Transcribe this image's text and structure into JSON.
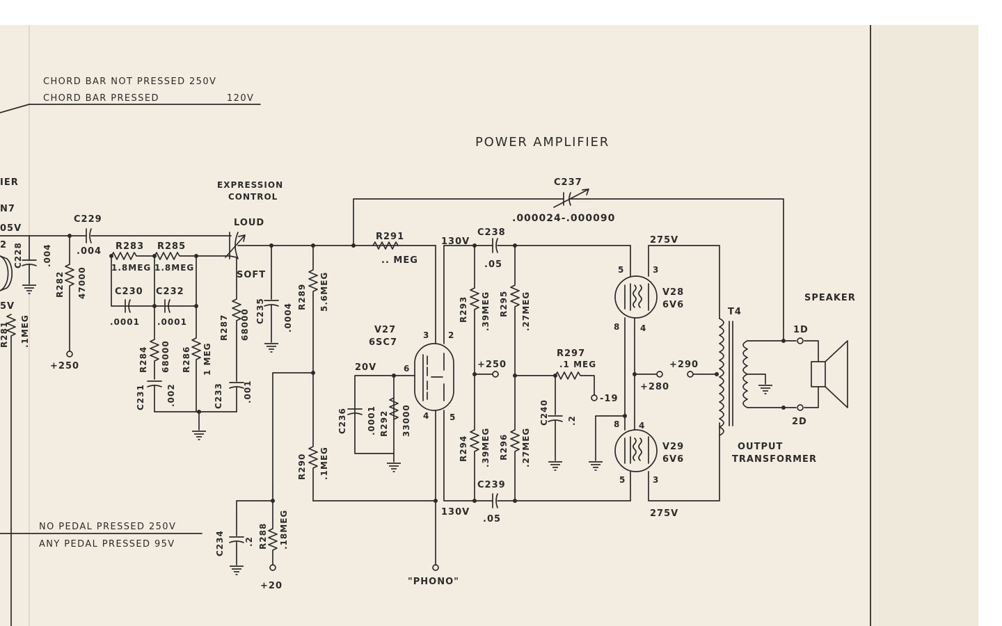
{
  "notes": {
    "chord_not_pressed": "CHORD BAR NOT PRESSED  250V",
    "chord_pressed": "CHORD BAR PRESSED",
    "chord_pressed_v": "120V",
    "no_pedal": "NO PEDAL PRESSED 250V",
    "any_pedal": "ANY PEDAL PRESSED 95V"
  },
  "left_fragments": [
    "IER",
    "N7",
    "05V",
    "2",
    "5V"
  ],
  "title": "POWER AMPLIFIER",
  "expression": {
    "line1": "EXPRESSION",
    "line2": "CONTROL",
    "loud": "LOUD",
    "soft": "SOFT"
  },
  "parts": {
    "C228": [
      "C228",
      ".004"
    ],
    "R282": [
      "R282",
      "47000"
    ],
    "R281": [
      "R281",
      ".1MEG"
    ],
    "C229": [
      "C229",
      ".004"
    ],
    "R283": [
      "R283",
      "1.8MEG"
    ],
    "R285": [
      "R285",
      "1.8MEG"
    ],
    "C230": [
      "C230",
      ".0001"
    ],
    "C232": [
      "C232",
      ".0001"
    ],
    "R284": [
      "R284",
      "68000"
    ],
    "R286": [
      "R286",
      "1 MEG"
    ],
    "R287": [
      "R287",
      "68000"
    ],
    "C231": [
      "C231",
      ".002"
    ],
    "C233": [
      "C233",
      ".001"
    ],
    "C235": [
      "C235",
      ".0004"
    ],
    "R289": [
      "R289",
      "5.6MEG"
    ],
    "R290": [
      "R290",
      ".1MEG"
    ],
    "C234": [
      "C234",
      ".2"
    ],
    "R288": [
      "R288",
      ".18MEG"
    ],
    "R291": [
      "R291",
      ".. MEG"
    ],
    "V27": [
      "V27",
      "6SC7"
    ],
    "C236": [
      "C236",
      ".0001"
    ],
    "R292": [
      "R292",
      "33000"
    ],
    "C238": [
      "C238",
      ".05"
    ],
    "C239": [
      "C239",
      ".05"
    ],
    "R293": [
      "R293",
      ".39MEG"
    ],
    "R294": [
      "R294",
      ".39MEG"
    ],
    "R295": [
      "R295",
      ".27MEG"
    ],
    "R296": [
      "R296",
      ".27MEG"
    ],
    "C237": [
      "C237",
      ".000024-.000090"
    ],
    "R297": [
      "R297",
      ".1 MEG"
    ],
    "C240": [
      "C240",
      ".2"
    ],
    "V28": [
      "V28",
      "6V6"
    ],
    "V29": [
      "V29",
      "6V6"
    ],
    "T4": [
      "T4"
    ]
  },
  "voltages": {
    "v250": "+250",
    "v20": "+20",
    "v20v": "20V",
    "v130a": "130V",
    "v130b": "130V",
    "v250b": "+250",
    "v275a": "275V",
    "v275b": "275V",
    "v280": "+280",
    "v290": "+290",
    "vm19": "-19"
  },
  "pins": {
    "v27_3": "3",
    "v27_2": "2",
    "v27_6": "6",
    "v27_4": "4",
    "v27_5": "5",
    "v28_5": "5",
    "v28_3": "3",
    "v28_8": "8",
    "v28_4": "4",
    "v29_8": "8",
    "v29_4": "4",
    "v29_5": "5",
    "v29_3": "3"
  },
  "speaker": {
    "label": "SPEAKER",
    "t1": "1D",
    "t2": "2D"
  },
  "output_transformer": {
    "line1": "OUTPUT",
    "line2": "TRANSFORMER"
  },
  "phono": "\"PHONO\""
}
